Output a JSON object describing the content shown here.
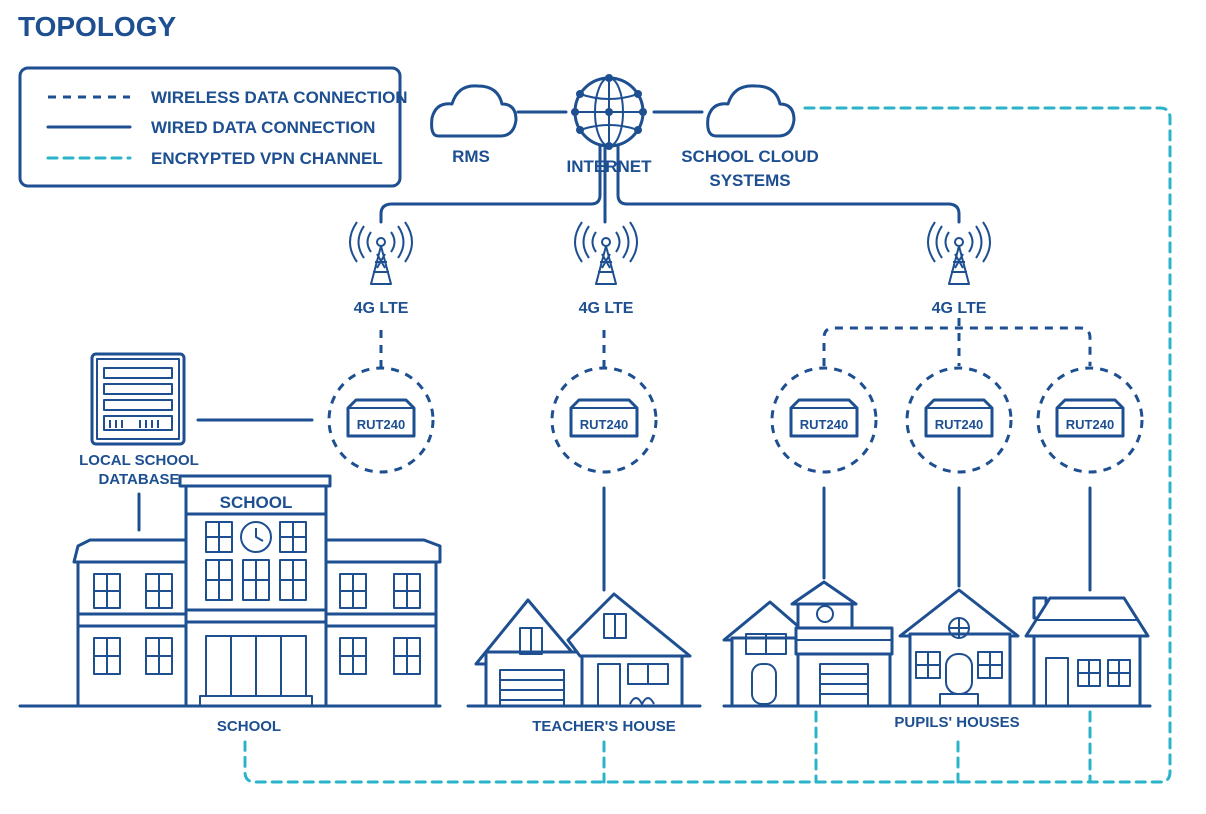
{
  "title": "TOPOLOGY",
  "legend": {
    "wireless": "WIRELESS DATA CONNECTION",
    "wired": "WIRED DATA CONNECTION",
    "vpn": "ENCRYPTED VPN CHANNEL"
  },
  "cloud": {
    "rms": "RMS",
    "internet": "INTERNET",
    "school_cloud_line1": "SCHOOL CLOUD",
    "school_cloud_line2": "SYSTEMS"
  },
  "towers": {
    "label": "4G LTE"
  },
  "routers": {
    "model": "RUT240"
  },
  "database": {
    "line1": "LOCAL SCHOOL",
    "line2": "DATABASE"
  },
  "buildings": {
    "school_sign": "SCHOOL",
    "school": "SCHOOL",
    "teacher": "TEACHER'S HOUSE",
    "pupils": "PUPILS' HOUSES"
  },
  "colors": {
    "primary": "#1d4f91",
    "vpn": "#2bb3c9"
  }
}
